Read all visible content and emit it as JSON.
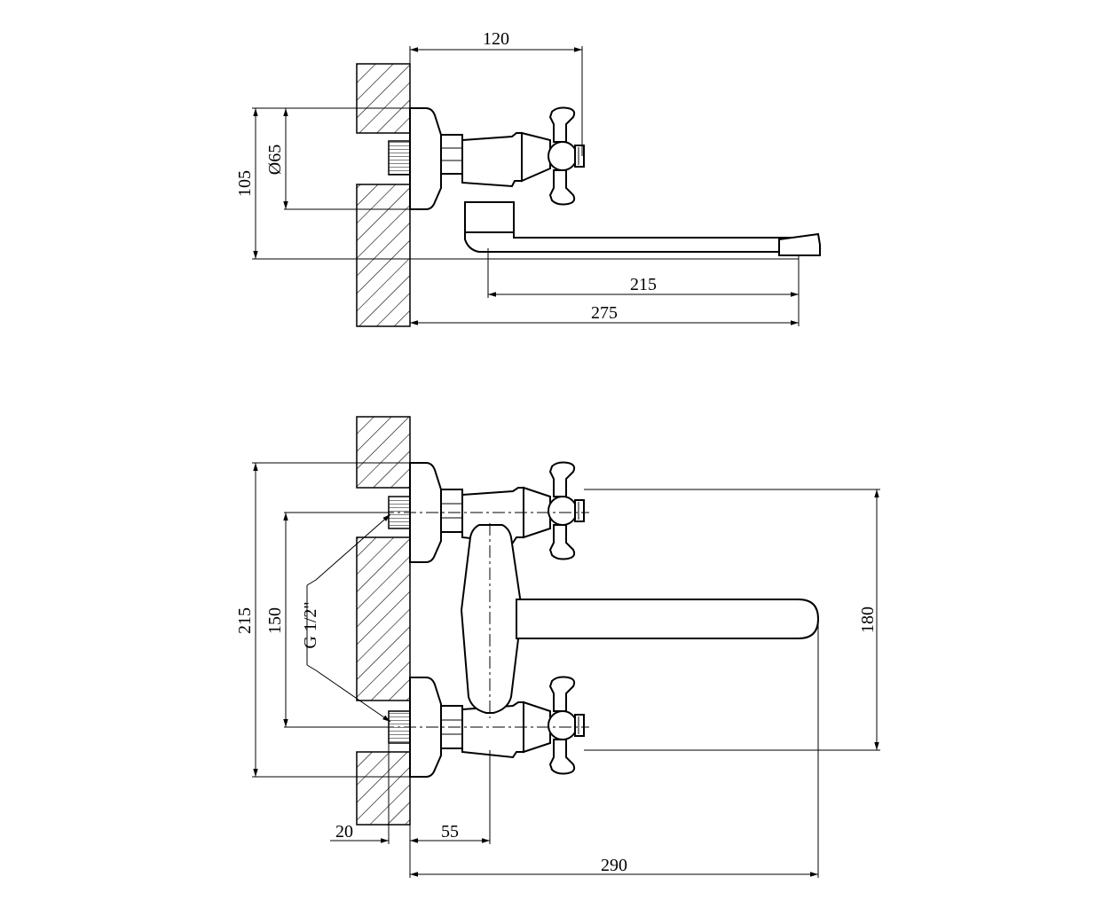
{
  "top_view": {
    "dimensions": {
      "depth_to_handle": "120",
      "flange_height": "105",
      "flange_diameter": "Ø65",
      "spout_reach_from_body": "215",
      "total_projection": "275"
    }
  },
  "front_view": {
    "dimensions": {
      "overall_height": "215",
      "inlet_spacing": "150",
      "thread_size": "G 1/2\"",
      "handle_spacing": "180",
      "thread_length": "20",
      "body_offset": "55",
      "spout_length": "290"
    }
  },
  "colors": {
    "line": "#000000",
    "background": "#ffffff"
  }
}
